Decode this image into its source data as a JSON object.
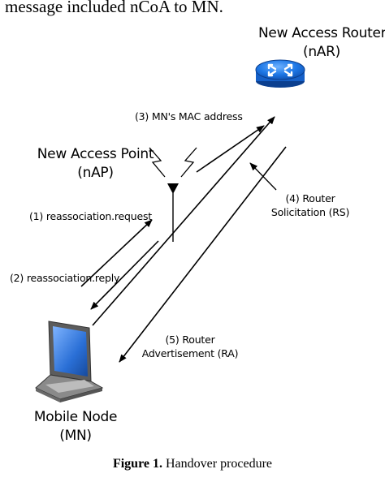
{
  "top_text": "message included nCoA to MN.",
  "nodes": {
    "router": {
      "line1": "New Access Router",
      "line2": "(nAR)",
      "icon": "router-icon"
    },
    "access_point": {
      "line1": "New Access Point",
      "line2": "(nAP)",
      "icon": "antenna-icon"
    },
    "mobile_node": {
      "line1": "Mobile Node",
      "line2": "(MN)",
      "icon": "laptop-icon"
    }
  },
  "messages": [
    {
      "id": "1",
      "text": "(1) reassociation.request"
    },
    {
      "id": "2",
      "text": "(2) reassociation.reply"
    },
    {
      "id": "3",
      "text": "(3) MN's MAC address"
    },
    {
      "id": "4",
      "line1": "(4) Router",
      "line2": "Solicitation (RS)"
    },
    {
      "id": "5",
      "line1": "(5) Router",
      "line2": "Advertisement (RA)"
    }
  ],
  "caption": {
    "label": "Figure 1.",
    "text": " Handover procedure"
  },
  "colors": {
    "router_blue": "#1e78e6",
    "screen_blue": "#2a6fd6",
    "arrow": "#000000"
  }
}
